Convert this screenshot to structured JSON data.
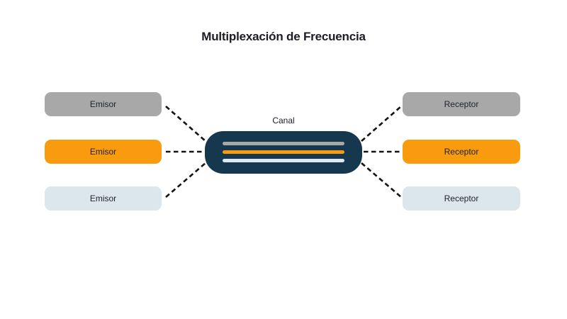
{
  "title": "Multiplexación de Frecuencia",
  "channel": {
    "label": "Canal",
    "body_color": "#16384E",
    "signals": [
      {
        "name": "signal-gray",
        "color": "#A8A8A8"
      },
      {
        "name": "signal-orange",
        "color": "#F99B0F"
      },
      {
        "name": "signal-lightblue",
        "color": "#DDE8F0"
      }
    ]
  },
  "emitters": [
    {
      "label": "Emisor",
      "color": "#A8A8A8"
    },
    {
      "label": "Emisor",
      "color": "#F99B0F"
    },
    {
      "label": "Emisor",
      "color": "#DCE6ED"
    }
  ],
  "receivers": [
    {
      "label": "Receptor",
      "color": "#A8A8A8"
    },
    {
      "label": "Receptor",
      "color": "#F99B0F"
    },
    {
      "label": "Receptor",
      "color": "#DCE6ED"
    }
  ],
  "colors": {
    "background": "#FFFFFF",
    "connector": "#141414",
    "text": "#1C1C26"
  }
}
